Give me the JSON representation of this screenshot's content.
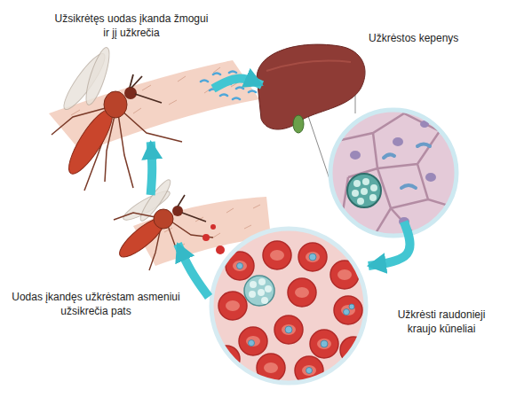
{
  "diagram": {
    "nodes": [
      {
        "text": [
          "Užsikrėtęs uodas įkanda žmogui ir jį užkrečia"
        ]
      },
      {
        "text": [
          "Užkrėstos kepenys"
        ]
      },
      {
        "text": [
          "Uodas įkandęs užkrėstam asmeniui užsikrečia pats"
        ]
      },
      {
        "text": [
          "Užkrėsti raudonieji kraujo kūneliai"
        ]
      }
    ],
    "edges": [
      {
        "from": 0,
        "to": 1,
        "arrow": "to"
      },
      {
        "from": 1,
        "to": 3,
        "arrow": "to"
      },
      {
        "from": 3,
        "to": 2,
        "arrow": "to"
      },
      {
        "from": 2,
        "to": 0,
        "arrow": "to"
      }
    ]
  }
}
